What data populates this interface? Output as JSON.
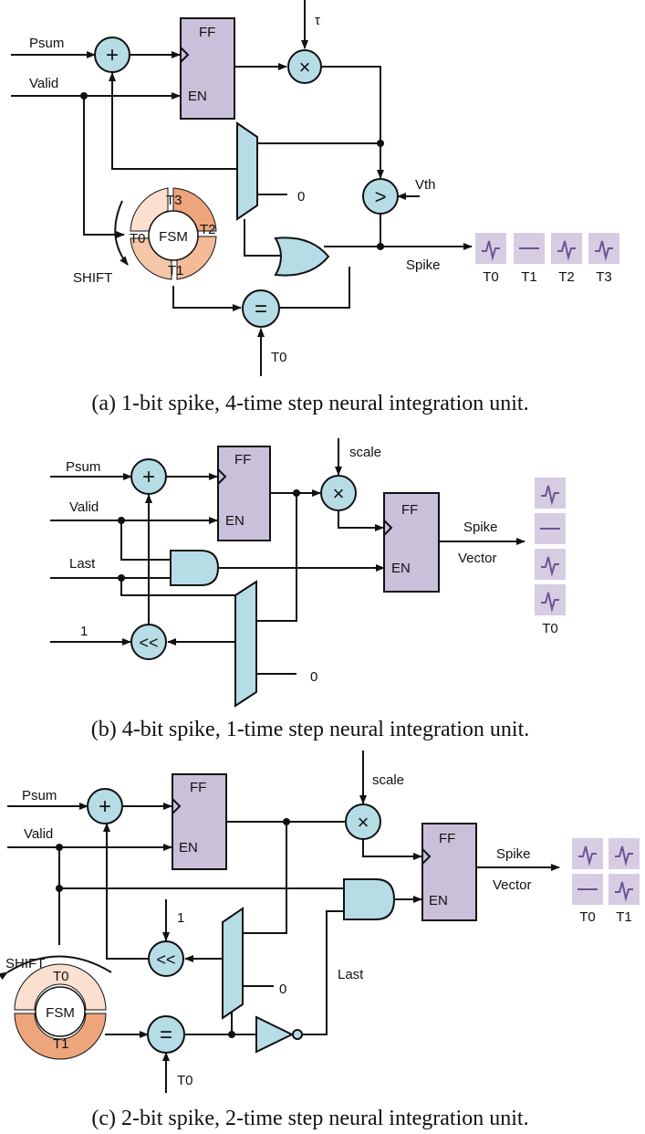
{
  "panel_a": {
    "psum": "Psum",
    "valid": "Valid",
    "ff": "FF",
    "en": "EN",
    "tau": "τ",
    "zero": "0",
    "vth": "Vth",
    "spike": "Spike",
    "fsm": "FSM",
    "shift": "SHIFT",
    "t0": "T0",
    "t1": "T1",
    "t2": "T2",
    "t3": "T3",
    "t0_input": "T0",
    "spike_labels": [
      "T0",
      "T1",
      "T2",
      "T3"
    ],
    "caption": "(a) 1-bit spike, 4-time step neural integration unit."
  },
  "panel_b": {
    "psum": "Psum",
    "valid": "Valid",
    "last": "Last",
    "one": "1",
    "ff1": "FF",
    "en1": "EN",
    "scale": "scale",
    "ff2": "FF",
    "en2": "EN",
    "zero": "0",
    "spike": "Spike",
    "vector": "Vector",
    "t0": "T0",
    "caption": "(b) 4-bit spike, 1-time step neural integration unit."
  },
  "panel_c": {
    "psum": "Psum",
    "valid": "Valid",
    "ff1": "FF",
    "en1": "EN",
    "scale": "scale",
    "ff2": "FF",
    "en2": "EN",
    "one": "1",
    "zero": "0",
    "last": "Last",
    "shift": "SHIFT",
    "fsm": "FSM",
    "t0_state": "T0",
    "t1_state": "T1",
    "t0_input": "T0",
    "spike": "Spike",
    "vector": "Vector",
    "spike_labels": [
      "T0",
      "T1"
    ],
    "caption": "(c) 2-bit spike, 2-time step neural integration unit."
  },
  "symbols": {
    "add": "+",
    "mul": "×",
    "gt": ">",
    "eq": "=",
    "shl": "<<"
  },
  "colors": {
    "register": "#cbc0da",
    "logic": "#b6dce6",
    "spike_cell": "#d6cde3",
    "spike_wave": "#6a5596",
    "fsm_dark": "#eda57b",
    "fsm_light": "#fbe0cf"
  }
}
